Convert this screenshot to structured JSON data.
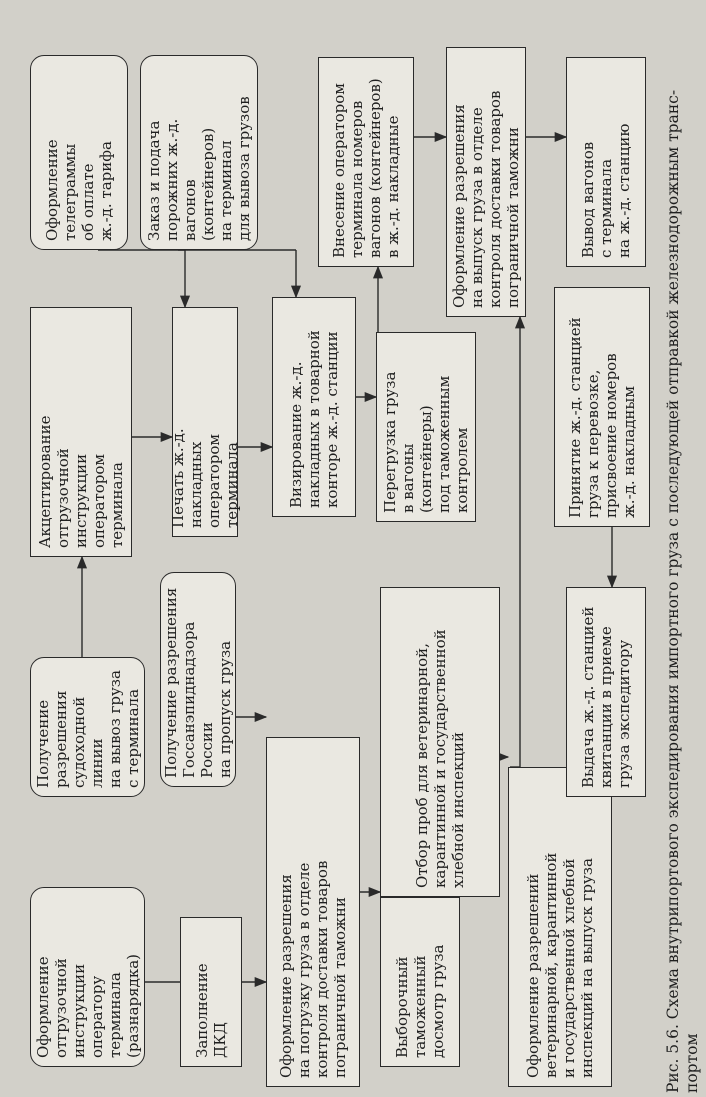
{
  "boxes": {
    "b1": "Оформление\nотгрузочной\nинструкции\nоператору терминала\n(разнарядка)",
    "b2": "Получение\nразрешения\nсудоходной линии\nна вывоз груза\nс терминала",
    "b3": "Акцептирование\nотгрузочной\nинструкции\nоператором\nтерминала",
    "b4": "Оформление\nтелеграммы\nоб оплате\nж.-д. тарифа",
    "b5": "Заполнение ДКД",
    "b6": "Получение разрешения\nГоссанэпиднадзора России\nна пропуск груза",
    "b7": "Печать ж.-д.\nнакладных\nоператором\nтерминала",
    "b8": "Заказ и подача\nпорожних ж.-д.\nвагонов (контейнеров)\nна терминал\nдля вывоза грузов",
    "b9": "Оформление разрешения\nна погрузку груза в отделе\nконтроля доставки товаров\nпограничной таможни",
    "b10": "Визирование ж.-д.\nнакладных в товарной\nконторе ж.-д. станции",
    "b11": "Выборочный\nтаможенный\nдосмотр груза",
    "b12": "Отбор проб для ветеринарной,\nкарантинной и государственной\nхлебной инспекций",
    "b13": "Перегрузка груза\nв вагоны (контейнеры)\nпод таможенным\nконтролем",
    "b14": "Внесение оператором\nтерминала номеров\nвагонов (контейнеров)\nв ж.-д. накладные",
    "b15": "Оформление разрешений\nветеринарной, карантинной\nи государственной хлебной\nинспекций на выпуск груза",
    "b16": "Оформление разрешения\nна выпуск груза в отделе\nконтроля доставки товаров\nпограничной таможни",
    "b17": "Выдача ж.-д. станцией\nквитанции в приеме\nгруза экспедитору",
    "b18": "Принятие ж.-д. станцией\nгруза к перевозке,\nприсвоение номеров\nж.-д. накладным",
    "b19": "Вывод вагонов\nс терминала\nна ж.-д. станцию"
  },
  "caption": "Рис. 5.6. Схема внутрипортового экспедирования импортного груза с последующей отправкой железнодорожным транс-\nпортом"
}
